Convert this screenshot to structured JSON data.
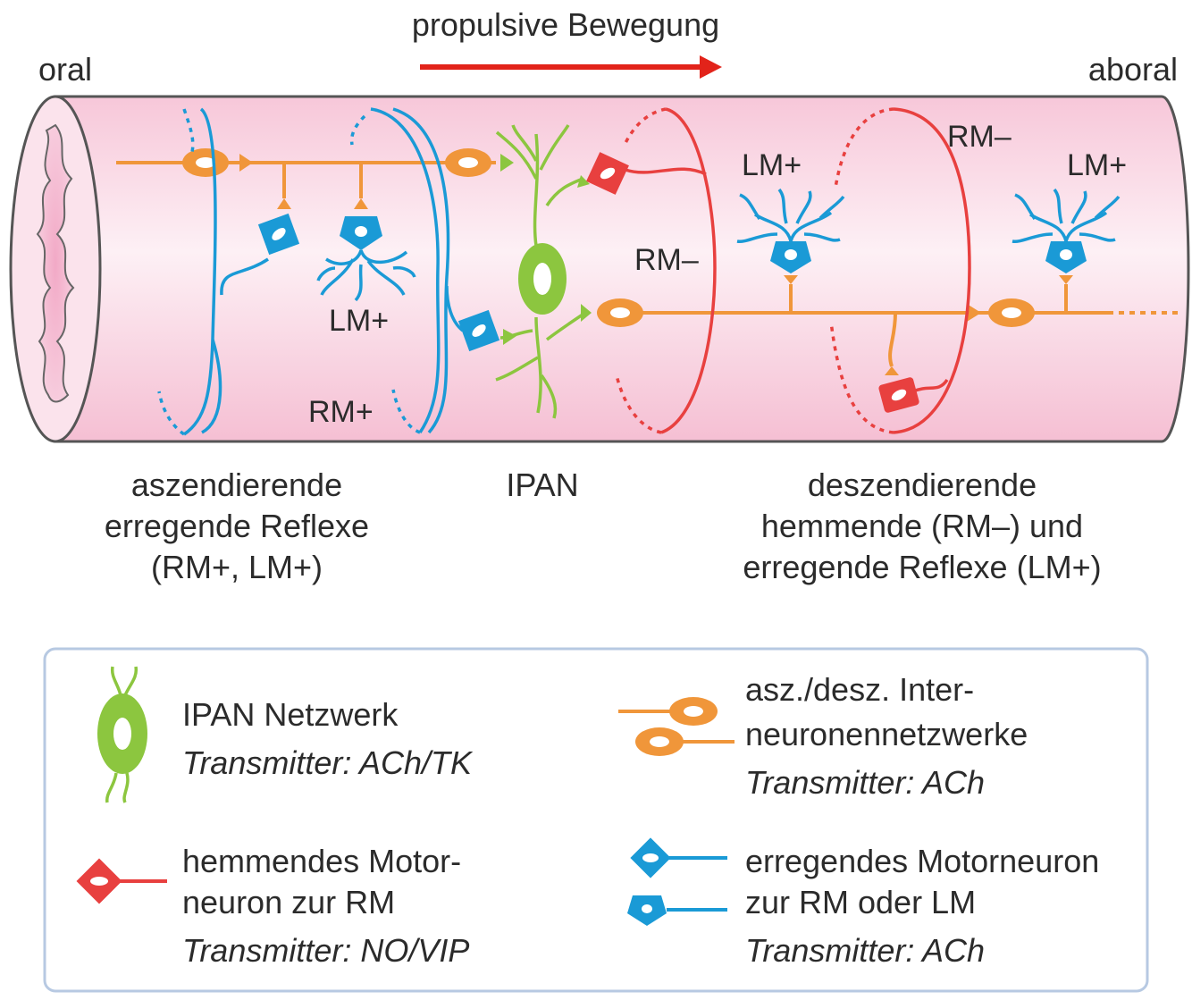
{
  "header": {
    "direction_label": "propulsive Bewegung",
    "oral_label": "oral",
    "aboral_label": "aboral"
  },
  "tube_labels": {
    "lm_plus_left": "LM+",
    "rm_plus_left": "RM+",
    "rm_minus_center": "RM–",
    "lm_plus_center": "LM+",
    "rm_minus_right": "RM–",
    "lm_plus_right": "LM+"
  },
  "sections": {
    "ascending": [
      "aszendierende",
      "erregende Reflexe",
      "(RM+, LM+)"
    ],
    "ipan": "IPAN",
    "descending": [
      "deszendierende",
      "hemmende (RM–) und",
      "erregende Reflexe (LM+)"
    ]
  },
  "legend": {
    "ipan": {
      "title": "IPAN Netzwerk",
      "transmitter": "Transmitter: ACh/TK"
    },
    "interneuron": {
      "line1": "asz./desz. Inter-",
      "line2": "neuronennetzwerke",
      "transmitter": "Transmitter: ACh"
    },
    "inhibitory": {
      "line1": "hemmendes Motor-",
      "line2": "neuron zur RM",
      "transmitter": "Transmitter: NO/VIP"
    },
    "excitatory": {
      "line1": "erregendes Motorneuron",
      "line2": "zur RM oder LM",
      "transmitter": "Transmitter: ACh"
    }
  },
  "colors": {
    "tube": "#f9d3e1",
    "tube_outline": "#555555",
    "interneuron": "#f0963a",
    "excitatory": "#1a9ad6",
    "inhibitory": "#e8403f",
    "ipan": "#8cc63f",
    "arrow": "#e2231a",
    "legend_border": "#b7c9e2"
  }
}
